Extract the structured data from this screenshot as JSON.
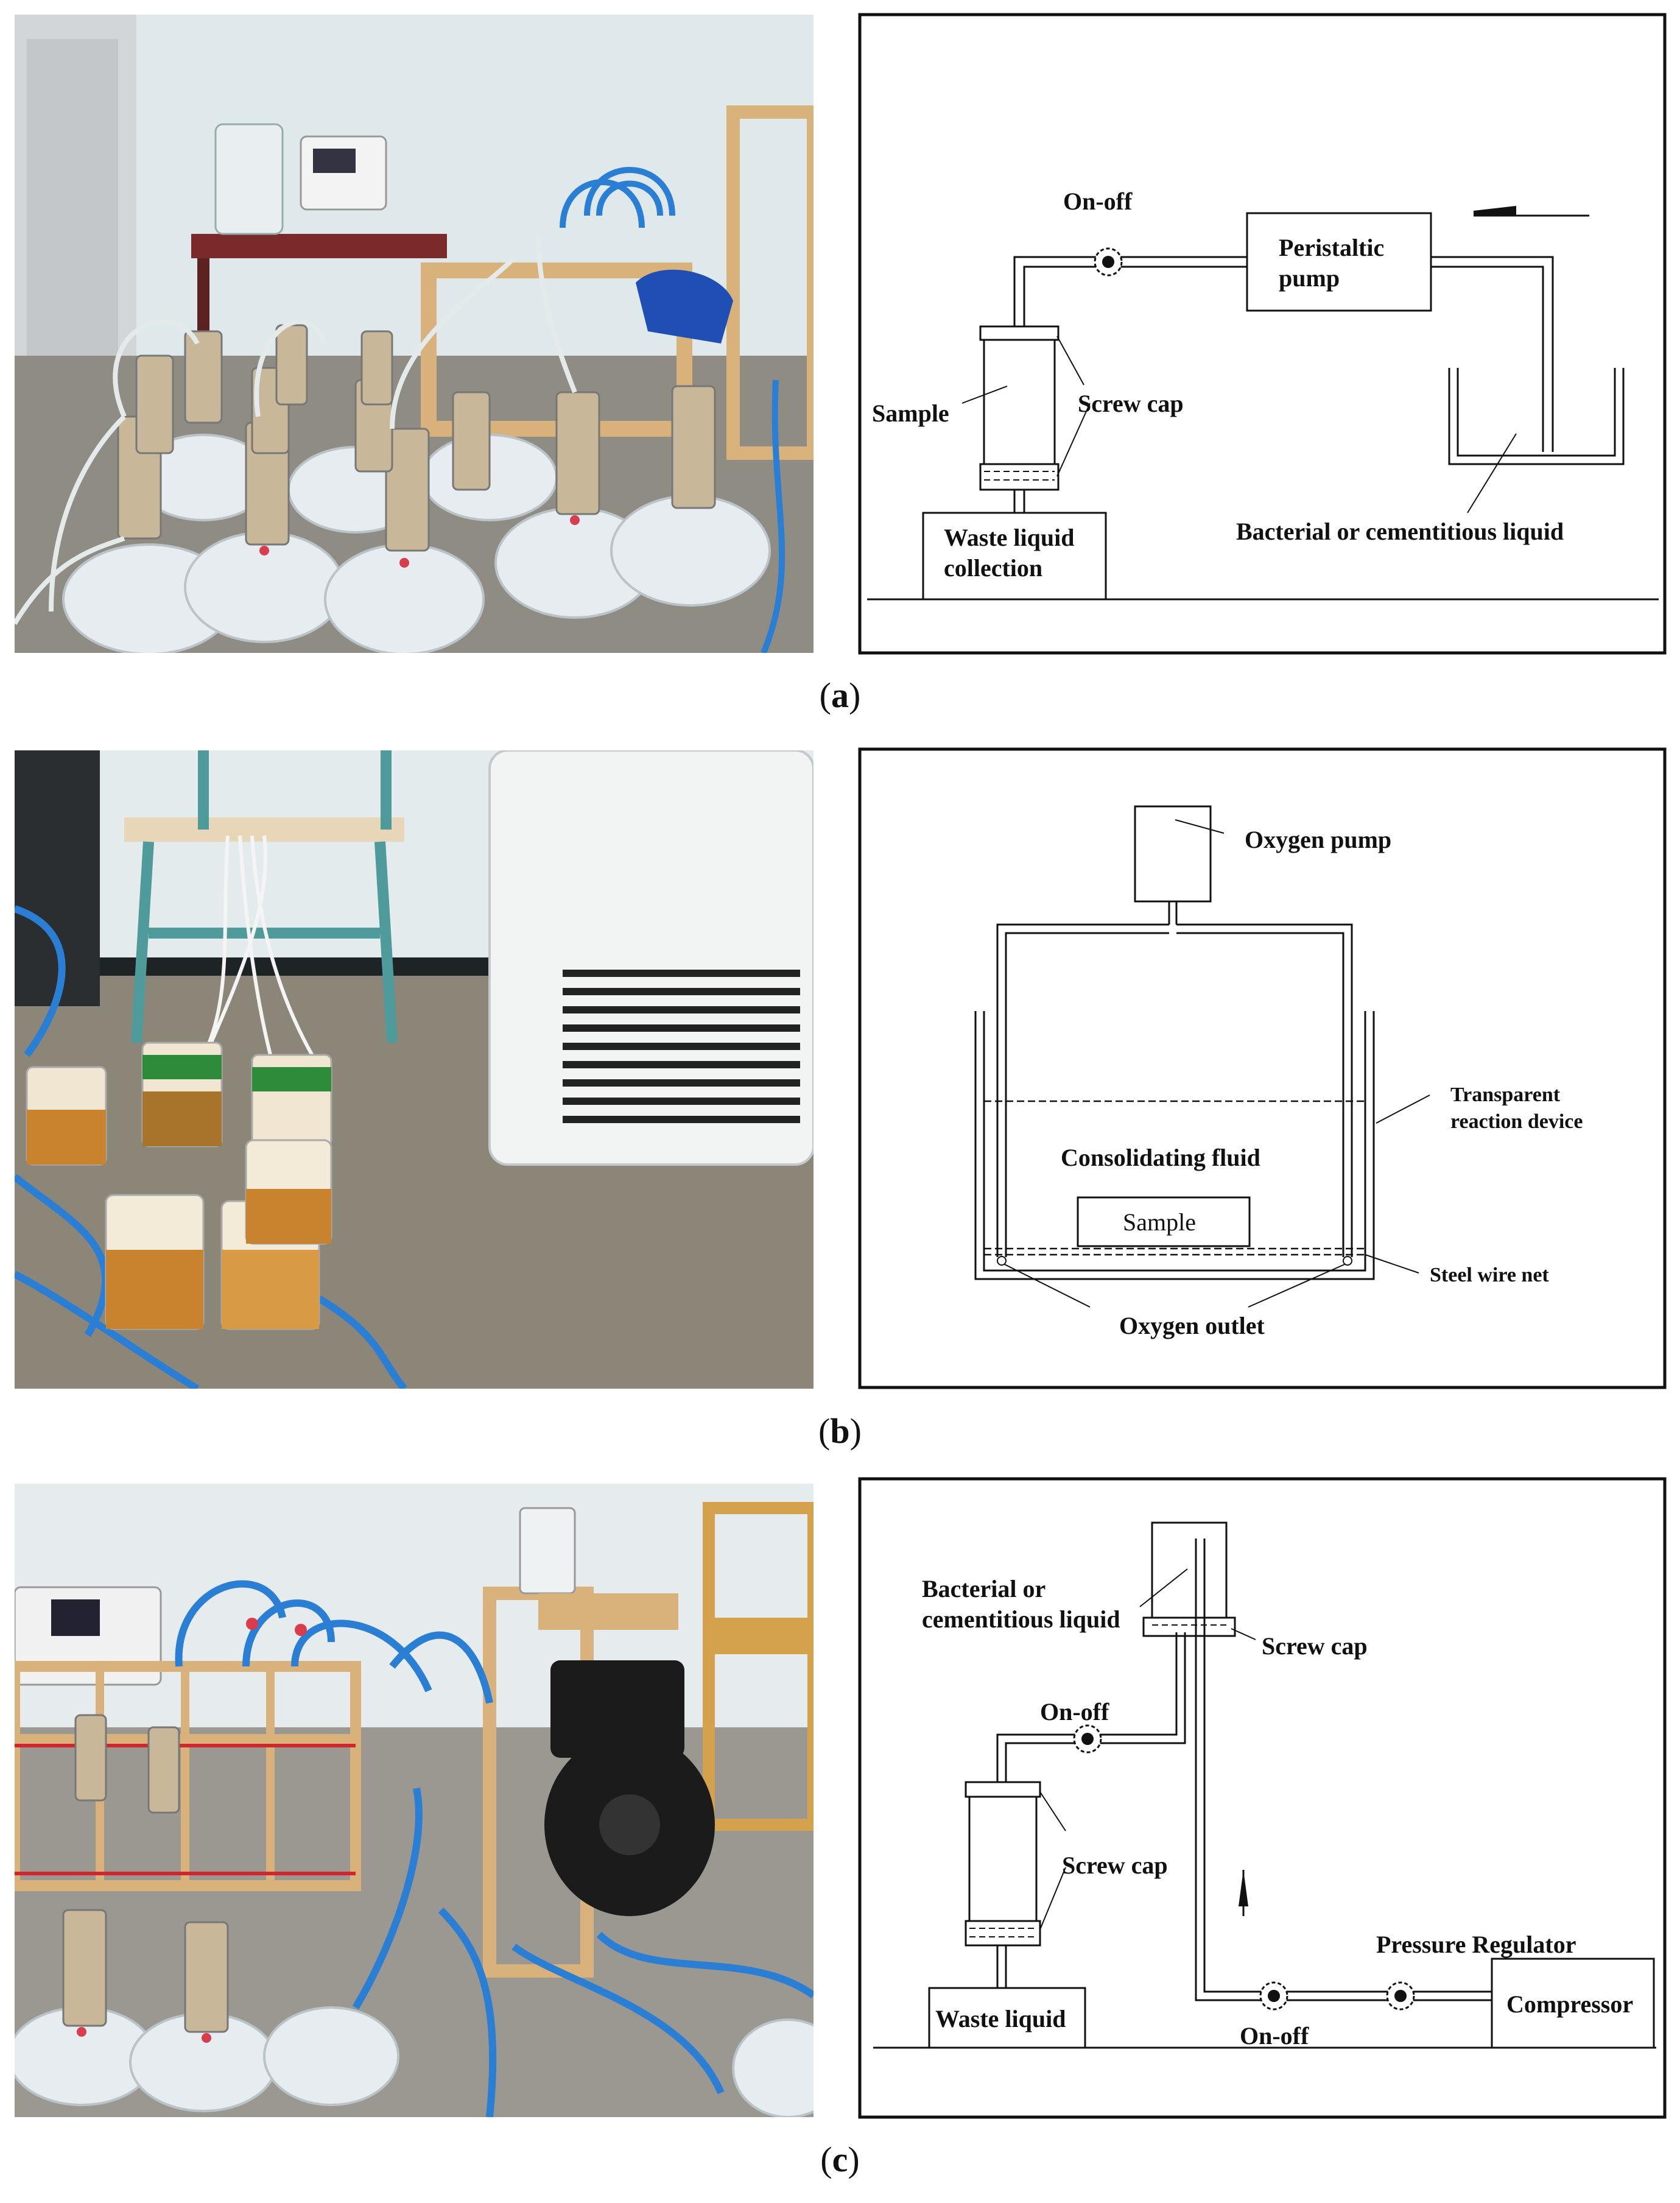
{
  "panels": [
    {
      "caption_open": "(",
      "caption_letter": "a",
      "caption_close": ")",
      "photo_alt": "",
      "diagram": {
        "labels": {
          "on_off": "On-off",
          "pump_line1": "Peristaltic",
          "pump_line2": "pump",
          "sample": "Sample",
          "screw_cap": "Screw cap",
          "waste_line1": "Waste liquid",
          "waste_line2": "collection",
          "liquid": "Bacterial or cementitious liquid"
        }
      }
    },
    {
      "caption_open": "(",
      "caption_letter": "b",
      "caption_close": ")",
      "diagram": {
        "labels": {
          "oxygen_pump": "Oxygen pump",
          "transparent_line1": "Transparent",
          "transparent_line2": "reaction device",
          "consolidating": "Consolidating fluid",
          "sample": "Sample",
          "steel_net": "Steel wire net",
          "oxygen_outlet": "Oxygen outlet"
        }
      }
    },
    {
      "caption_open": "(",
      "caption_letter": "c",
      "caption_close": ")",
      "diagram": {
        "labels": {
          "liquid_line1": "Bacterial or",
          "liquid_line2": "cementitious liquid",
          "screw_cap_top": "Screw cap",
          "on_off_top": "On-off",
          "screw_cap": "Screw cap",
          "pressure_regulator": "Pressure Regulator",
          "waste": "Waste liquid",
          "on_off_bottom": "On-off",
          "compressor": "Compressor"
        }
      }
    }
  ],
  "colors": {
    "wall": "#dfe9ec",
    "floor": "#8c8a80",
    "tube_blue": "#2a7fd4",
    "sample_sand": "#c9b79a",
    "bucket": "#e6ecef",
    "liquid_orange": "#c9822e",
    "frame_wood": "#d8b27a",
    "compressor_black": "#1b1b1b",
    "line": "#111111"
  }
}
